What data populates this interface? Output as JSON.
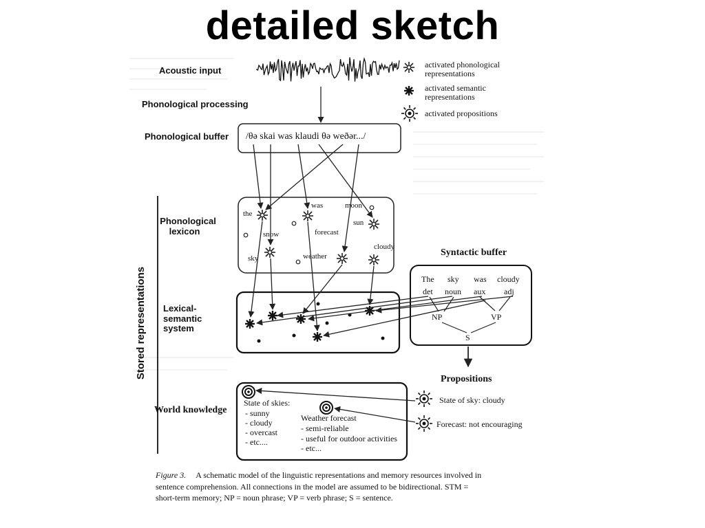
{
  "slide_title": "detailed sketch",
  "legend": {
    "phonological": "activated phonological representations",
    "semantic": "activated semantic representations",
    "propositions": "activated propositions"
  },
  "left_labels": {
    "acoustic_input": "Acoustic input",
    "phonological_processing": "Phonological processing",
    "phonological_buffer": "Phonological buffer",
    "phonological_lexicon": "Phonological lexicon",
    "lexical_semantic": "Lexical- semantic system",
    "world_knowledge": "World knowledge",
    "stored_representations": "Stored representations"
  },
  "phonological_buffer_text": "/θə skai was klaudi θə weðər.../",
  "lexicon_words": [
    "the",
    "was",
    "moon",
    "sun",
    "snow",
    "forecast",
    "cloudy",
    "sky",
    "weather"
  ],
  "syntactic_buffer": {
    "title": "Syntactic buffer",
    "words": [
      "The",
      "sky",
      "was",
      "cloudy"
    ],
    "tags": [
      "det",
      "noun",
      "aux",
      "adj"
    ],
    "np": "NP",
    "vp": "VP",
    "s": "S"
  },
  "propositions": {
    "title": "Propositions",
    "items": [
      "State of sky: cloudy",
      "Forecast: not encouraging"
    ]
  },
  "world_knowledge": {
    "skies_title": "State of skies:",
    "skies_items": [
      "- sunny",
      "- cloudy",
      "- overcast",
      "- etc...."
    ],
    "forecast_title": "Weather forecast",
    "forecast_items": [
      "- semi-reliable",
      "- useful for outdoor activities",
      "- etc..."
    ]
  },
  "caption": {
    "figure_label": "Figure 3.",
    "line1": "A schematic model of the linguistic representations and memory resources involved in",
    "line2": "sentence comprehension. All connections in the model are assumed to be bidirectional. STM =",
    "line3": "short-term memory; NP = noun phrase; VP = verb phrase; S = sentence."
  }
}
